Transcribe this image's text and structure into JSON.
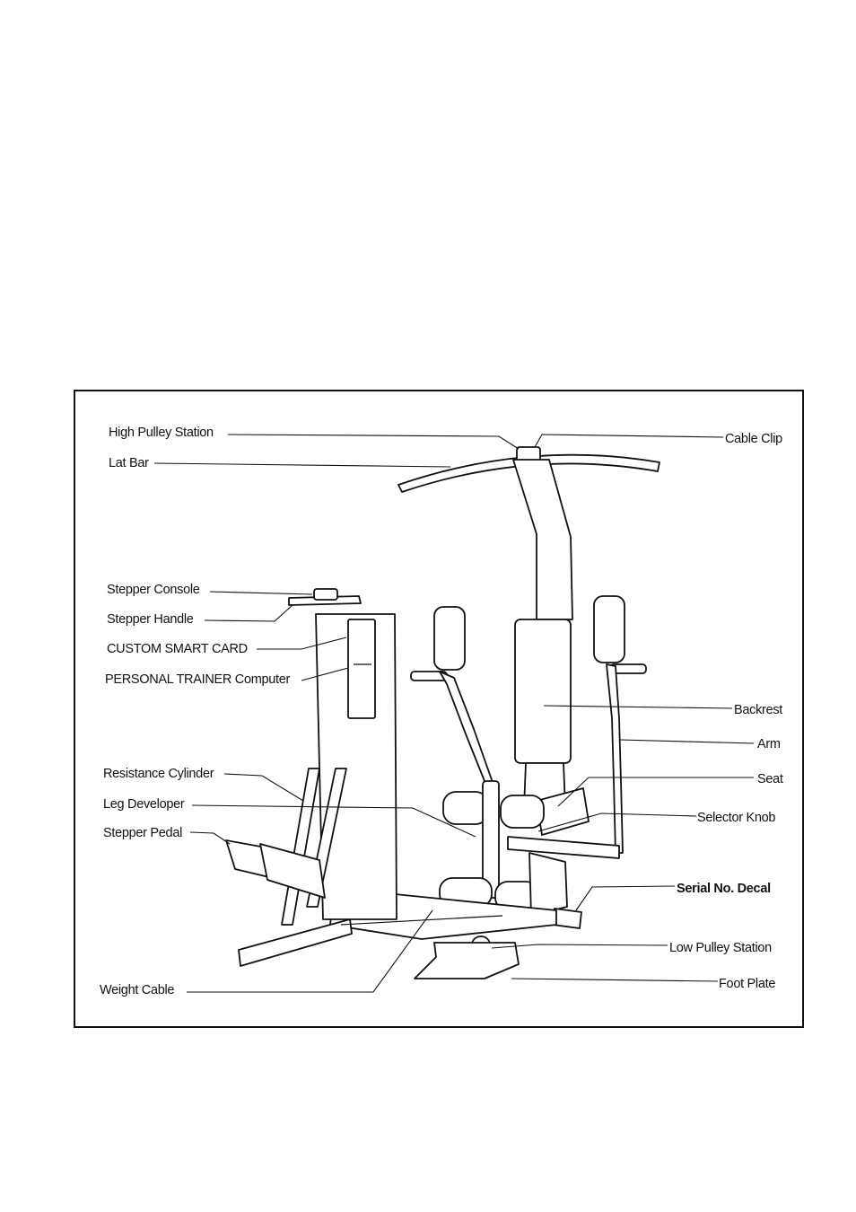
{
  "labels": {
    "high_pulley_station": "High Pulley Station",
    "lat_bar": "Lat Bar",
    "cable_clip": "Cable Clip",
    "stepper_console": "Stepper Console",
    "stepper_handle": "Stepper Handle",
    "custom_smart_card": "CUSTOM SMART CARD",
    "personal_trainer_computer": "PERSONAL TRAINER Computer",
    "backrest": "Backrest",
    "arm": "Arm",
    "seat": "Seat",
    "resistance_cylinder": "Resistance Cylinder",
    "leg_developer": "Leg Developer",
    "selector_knob": "Selector Knob",
    "stepper_pedal": "Stepper Pedal",
    "serial_no_decal": "Serial No. Decal",
    "low_pulley_station": "Low Pulley Station",
    "weight_cable": "Weight Cable",
    "foot_plate": "Foot Plate"
  },
  "colors": {
    "line": "#111111",
    "background": "#ffffff"
  }
}
